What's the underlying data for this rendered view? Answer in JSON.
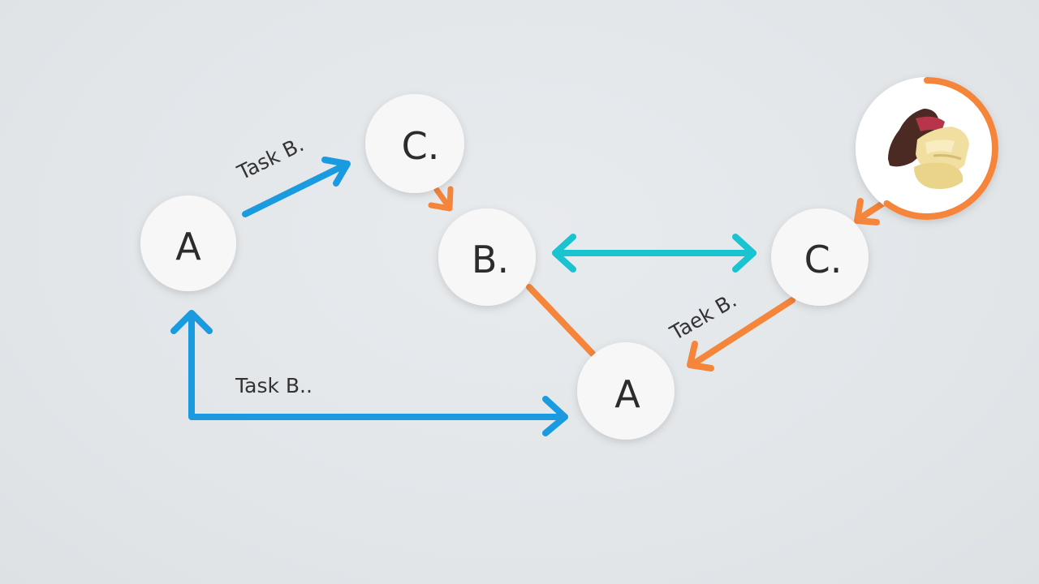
{
  "diagram": {
    "nodes": [
      {
        "id": "a-left",
        "label": "A"
      },
      {
        "id": "c-top",
        "label": "C."
      },
      {
        "id": "b-center",
        "label": "B."
      },
      {
        "id": "c-right",
        "label": "C."
      },
      {
        "id": "a-bottom",
        "label": "A"
      }
    ],
    "edge_labels": {
      "a_to_c": "Task B.",
      "c_to_a": "Taek B.",
      "loop": "Task B.."
    },
    "edges": [
      {
        "from": "a-left",
        "to": "c-top",
        "color": "blue"
      },
      {
        "from": "c-top",
        "to": "b-center",
        "color": "orange"
      },
      {
        "from": "b-center",
        "to": "c-right",
        "color": "cyan",
        "bidirectional": true
      },
      {
        "from": "b-center",
        "to": "a-bottom",
        "color": "orange"
      },
      {
        "from": "c-right",
        "to": "a-bottom",
        "color": "orange"
      },
      {
        "from": "a-left",
        "to": "a-bottom",
        "color": "blue",
        "bidirectional": true
      },
      {
        "from": "food-photo",
        "to": "c-right",
        "color": "orange"
      }
    ],
    "photo": {
      "subject": "food-photo",
      "ring_progress": 0.6
    }
  },
  "colors": {
    "blue": "#1a9be0",
    "orange": "#f4853a",
    "cyan": "#19c3cf",
    "node_fill": "#f7f7f7",
    "background": "#e3e7ea"
  }
}
